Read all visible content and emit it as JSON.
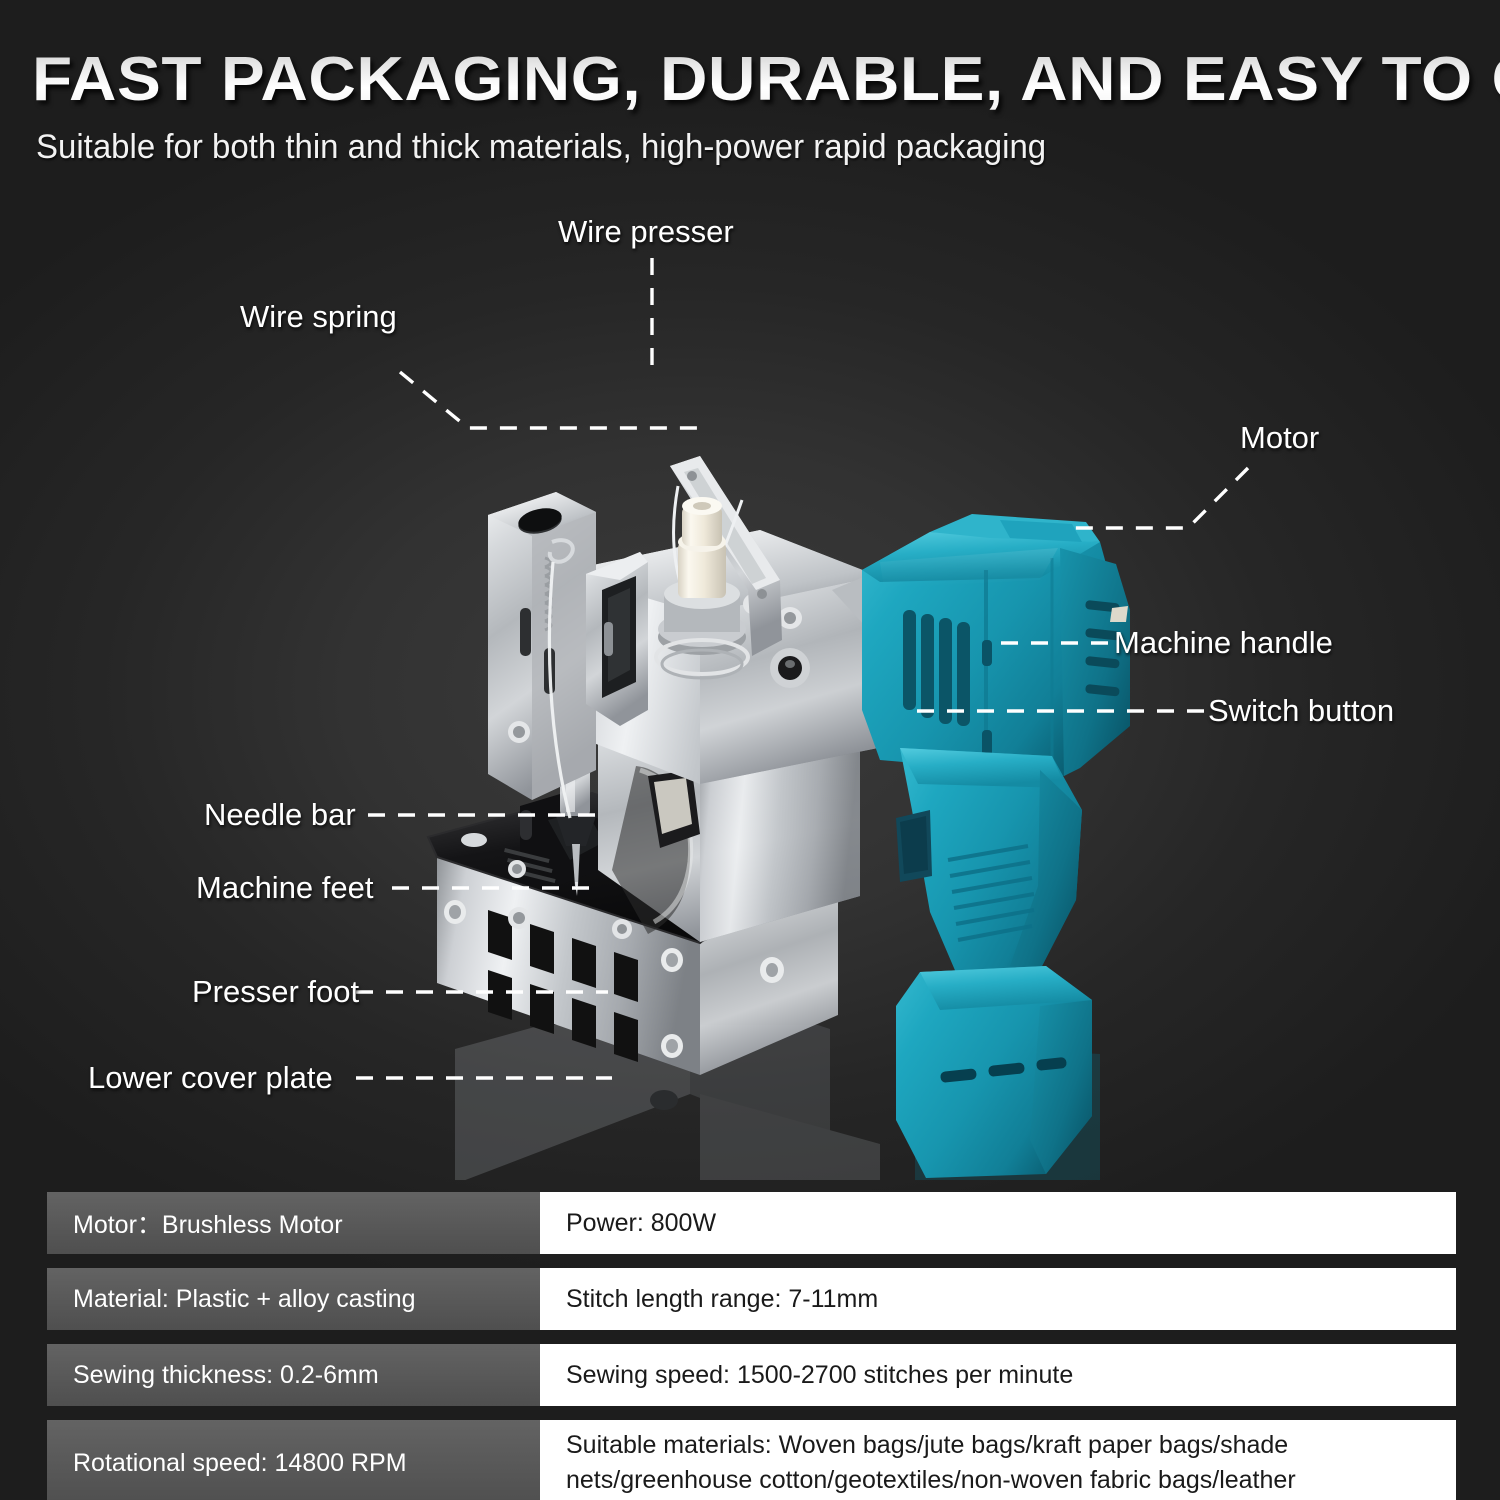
{
  "header": {
    "title": "FAST PACKAGING, DURABLE, AND EASY TO CARRY",
    "subtitle": "Suitable for both thin and thick materials, high-power rapid packaging"
  },
  "callouts": [
    {
      "id": "wire-presser",
      "label": "Wire presser"
    },
    {
      "id": "wire-spring",
      "label": "Wire spring"
    },
    {
      "id": "motor",
      "label": "Motor"
    },
    {
      "id": "machine-handle",
      "label": "Machine handle"
    },
    {
      "id": "switch-button",
      "label": "Switch button"
    },
    {
      "id": "needle-bar",
      "label": "Needle bar"
    },
    {
      "id": "machine-feet",
      "label": "Machine feet"
    },
    {
      "id": "presser-foot",
      "label": "Presser foot"
    },
    {
      "id": "lower-cover-plate",
      "label": "Lower cover plate"
    }
  ],
  "spec_table": {
    "rows": [
      {
        "left": "Motor：Brushless Motor",
        "right": "Power: 800W"
      },
      {
        "left": "Material: Plastic + alloy casting",
        "right": "Stitch length range: 7-11mm"
      },
      {
        "left": "Sewing thickness: 0.2-6mm",
        "right": "Sewing speed: 1500-2700 stitches per minute"
      },
      {
        "left": "Rotational speed: 14800 RPM",
        "right": "Suitable materials: Woven bags/jute bags/kraft paper bags/shade nets/greenhouse cotton/geotextiles/non-woven fabric bags/leather"
      }
    ]
  },
  "colors": {
    "background": "#262626",
    "accent_teal": "#1b9fb8",
    "metal_silver": "#c9ccd0",
    "table_label_bg": "#5a5a5a",
    "table_value_bg": "#ffffff",
    "text_light": "#ffffff"
  }
}
